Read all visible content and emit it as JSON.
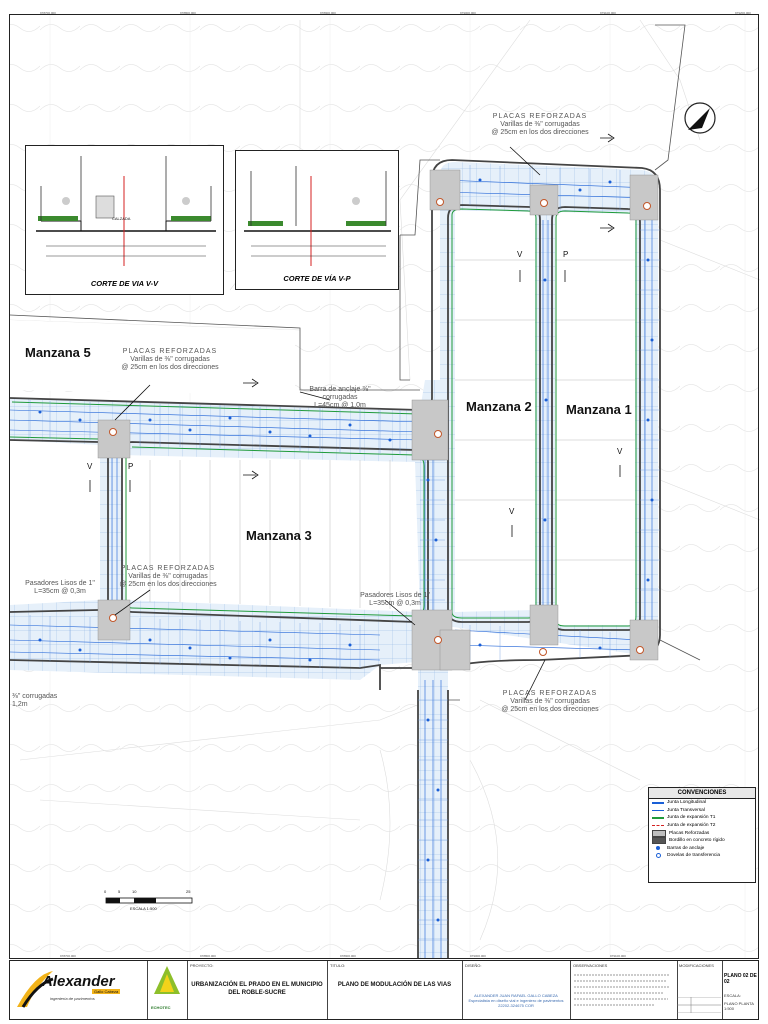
{
  "manzanas": [
    "Manzana 5",
    "Manzana 2",
    "Manzana 1",
    "Manzana 3"
  ],
  "notes": {
    "placas_title": "PLACAS REFORZADAS",
    "placas_l1": "Varillas de ⅜\" corrugadas",
    "placas_l2": "@ 25cm en los dos direcciones",
    "barra_l1": "Barra de anclaje ⅜\" corrugadas",
    "barra_l2": "L=45cm @ 1,0m",
    "pasadores_l1": "Pasadores Lisos de 1\"",
    "pasadores_l2": "L=35cm @ 0,3m",
    "left_l1": "⅜\" corrugadas",
    "left_l2": "1,2m"
  },
  "sections": {
    "vv_title": "CORTE DE VIA V-V",
    "vp_title": "CORTE DE VÍA V-P",
    "calzada": "CALZADA"
  },
  "markers": {
    "v": "V",
    "p": "P"
  },
  "scale": {
    "label": "ESCALA 1:500",
    "ticks": [
      "0",
      "5",
      "10",
      "25"
    ]
  },
  "legend": {
    "title": "CONVENCIONES",
    "items": [
      {
        "label": "Junta Longitudinal",
        "color": "#1a5fd6",
        "style": "solid"
      },
      {
        "label": "Junta Transversal",
        "color": "#1a5fd6",
        "style": "solid"
      },
      {
        "label": "Junta de expansión T1",
        "color": "#1f9a3a",
        "style": "solid"
      },
      {
        "label": "Junta de expansión T2",
        "color": "#d42020",
        "style": "dashed"
      },
      {
        "label": "Placas Reforzadas",
        "color": "#bfbfbf",
        "style": "fill"
      },
      {
        "label": "Bordillo en concreto rígido",
        "color": "#555555",
        "style": "fill"
      },
      {
        "label": "Barras de anclaje",
        "color": "#1a5fd6",
        "style": "dot"
      },
      {
        "label": "Dovelas de transferencia",
        "color": "#1a5fd6",
        "style": "ring"
      }
    ]
  },
  "titleblock": {
    "logo_main": "Alexander",
    "logo_badge": "Gallo Cabeza",
    "logo_sub": "ingeniería de pavimentos",
    "logo2": "ECHOTEC",
    "proyecto_label": "PROYECTO:",
    "proyecto_l1": "URBANIZACIÓN EL PRADO EN EL MUNICIPIO",
    "proyecto_l2": "DEL ROBLE-SUCRE",
    "titulo_label": "TITULO:",
    "titulo": "PLANO DE MODULACIÓN DE LAS VIAS",
    "diseno_label": "DISEÑO:",
    "designer_l1": "ALEXANDER JUAN RAFAEL GALLO CABEZA",
    "designer_l2": "Especialista en diseño vial e ingeniero de pavimentos",
    "designer_l3": "22202-324675 COR",
    "obs_label": "OBSERVACIONES",
    "mod_label": "MODIFICACIONES",
    "plano": "PLANO 02  DE 02",
    "escala_label": "ESCALA:",
    "escala_val": "PLANO PLANTA  1:500"
  },
  "accent": {
    "blue": "#1a5fd6",
    "green": "#1f9a3a",
    "red": "#d42020",
    "gray": "#c8c8c8"
  }
}
